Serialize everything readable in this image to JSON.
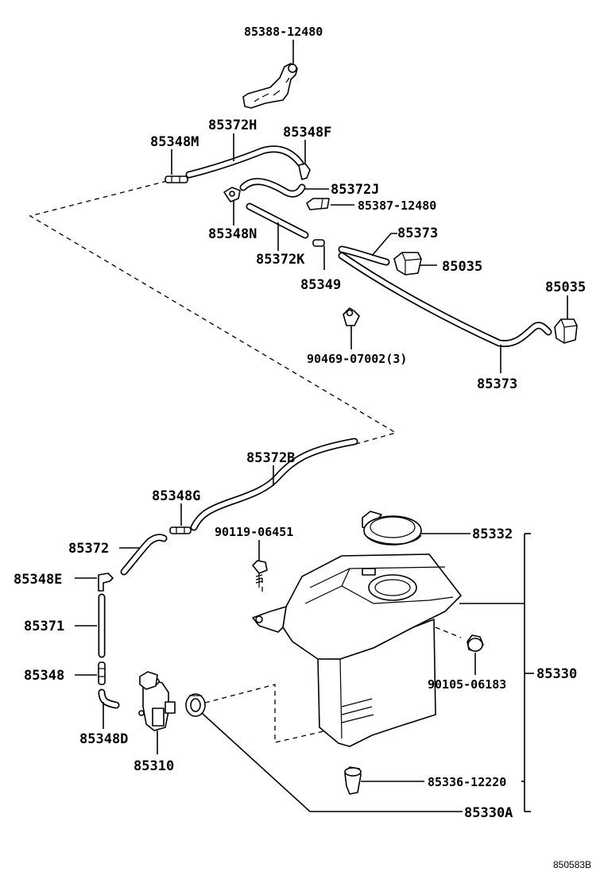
{
  "labels": {
    "p85388_12480": "85388-12480",
    "p85372H": "85372H",
    "p85348M": "85348M",
    "p85348F": "85348F",
    "p85372J": "85372J",
    "p85387_12480": "85387-12480",
    "p85348N": "85348N",
    "p85373_top": "85373",
    "p85372K": "85372K",
    "p85035_mid": "85035",
    "p85349": "85349",
    "p85035_right": "85035",
    "p90469_07002": "90469-07002(3)",
    "p85373_bottom": "85373",
    "p85372B": "85372B",
    "p85348G": "85348G",
    "p90119_06451": "90119-06451",
    "p85332": "85332",
    "p85372": "85372",
    "p85348E": "85348E",
    "p85371": "85371",
    "p85330": "85330",
    "p85348": "85348",
    "p90105_06183": "90105-06183",
    "p85348D": "85348D",
    "p85310": "85310",
    "p85336_12220": "85336-12220",
    "p85330A": "85330A"
  },
  "figure_ref": "850583B"
}
